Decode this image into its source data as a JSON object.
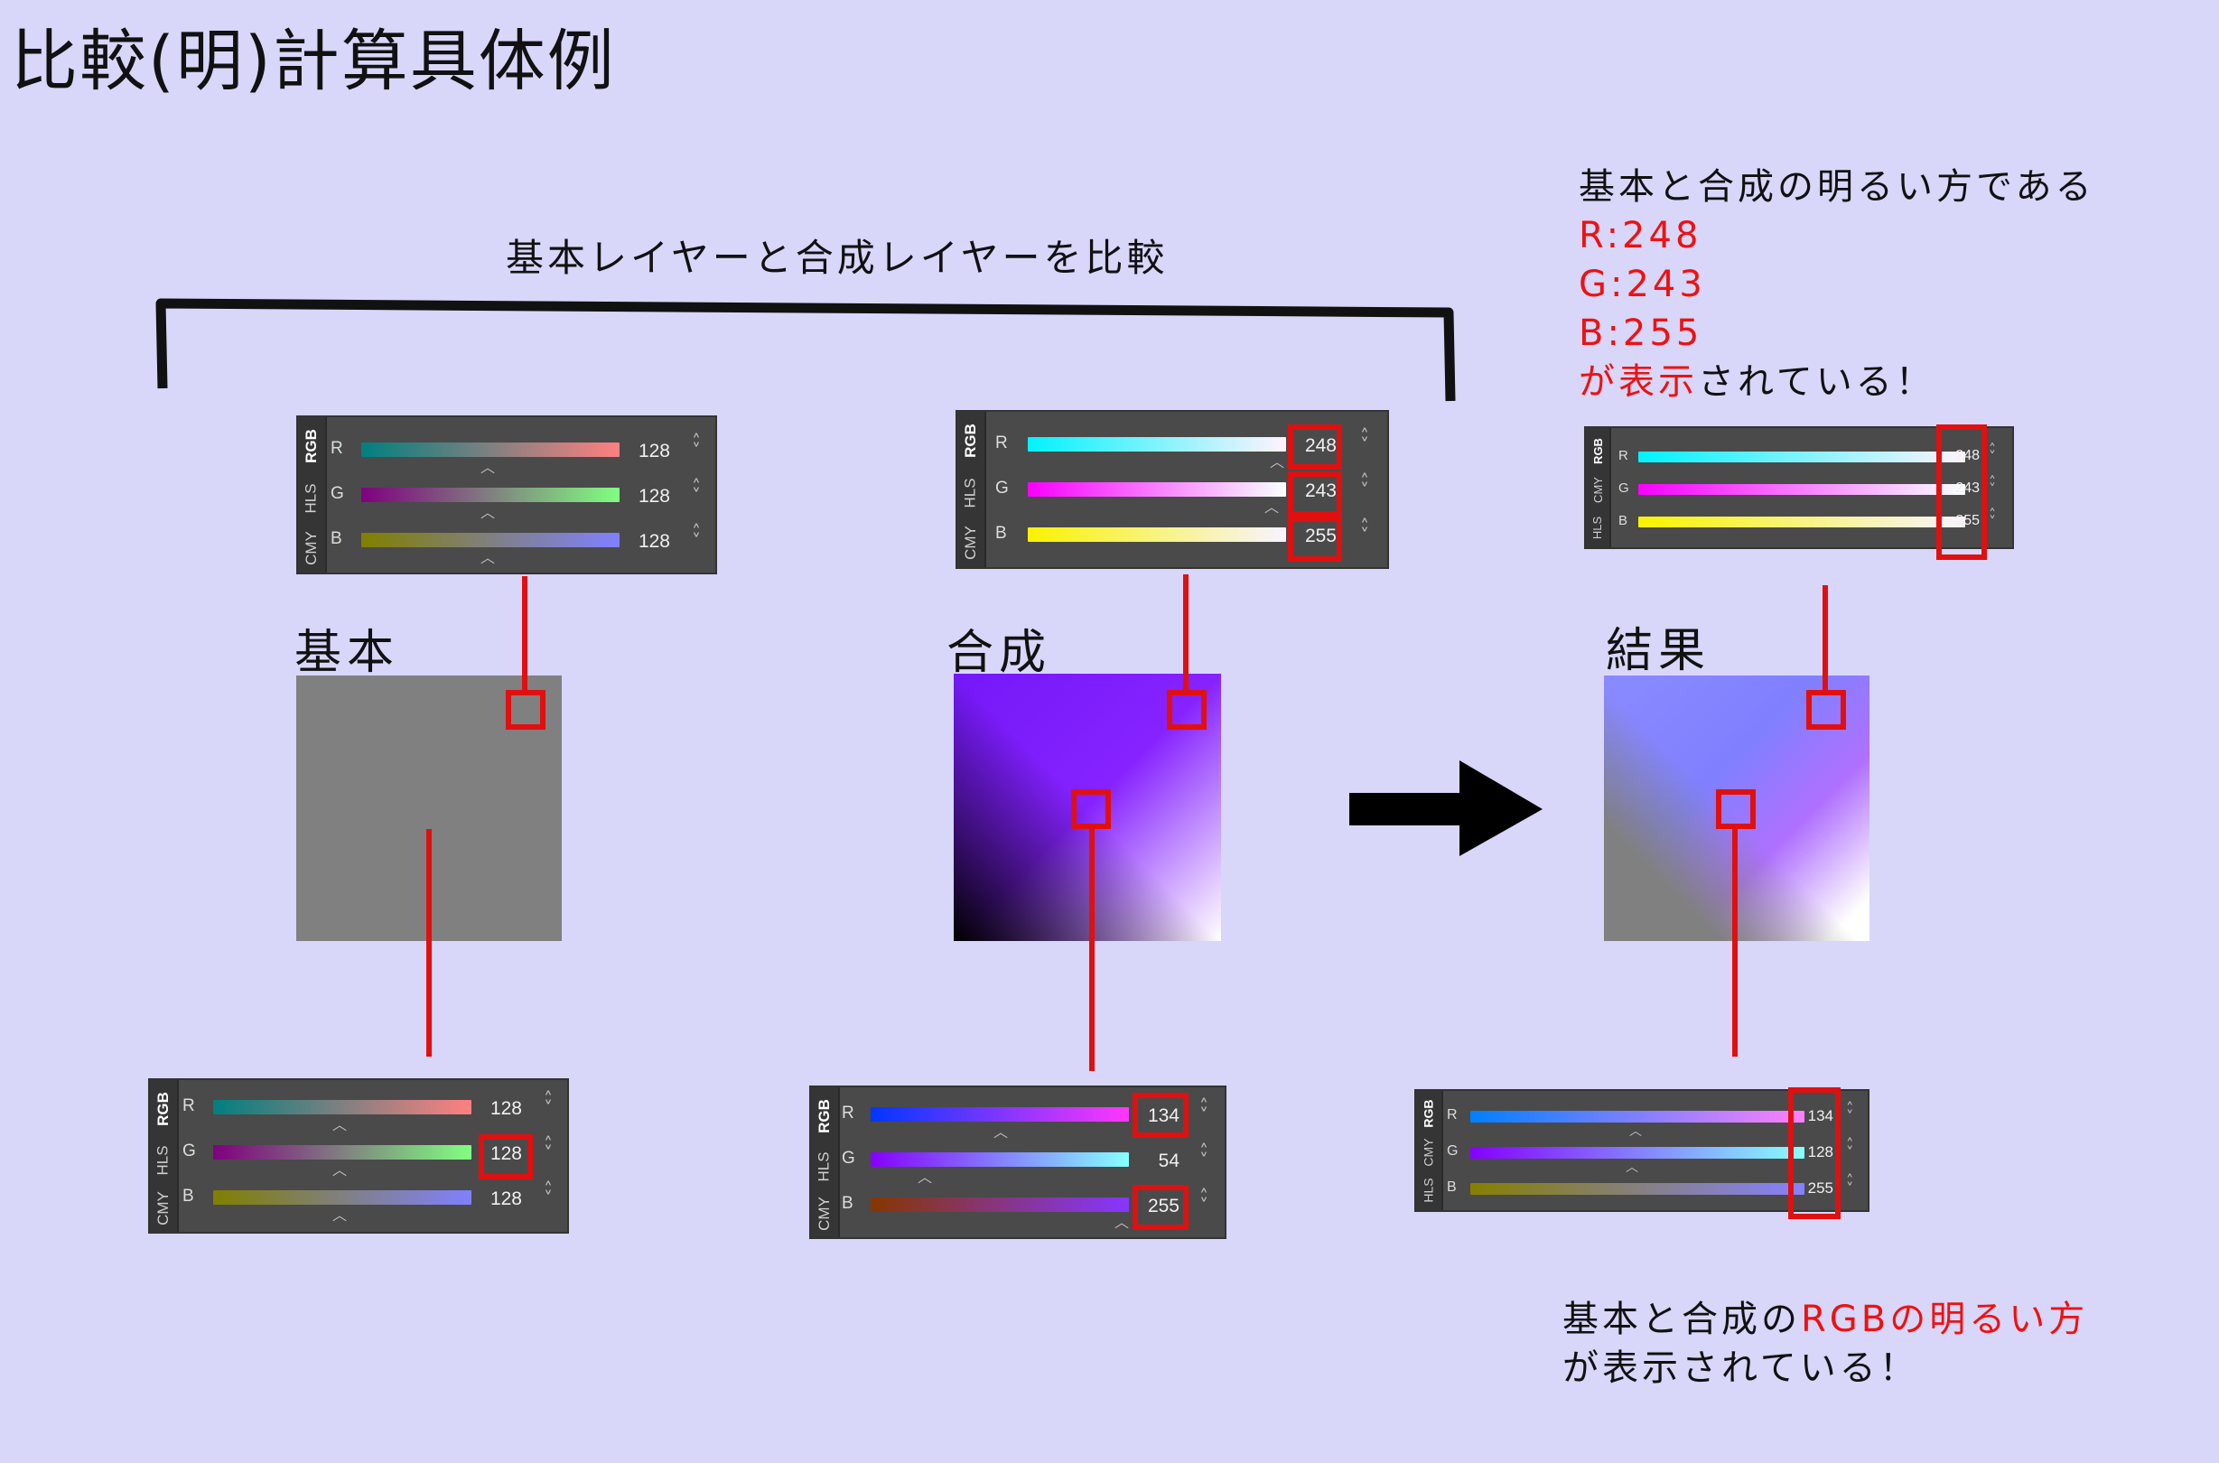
{
  "title": "比較(明)計算具体例",
  "bracket_caption": "基本レイヤーと合成レイヤーを比較",
  "labels": {
    "base": "基本",
    "blend": "合成",
    "result": "結果"
  },
  "note_top": {
    "line1": "基本と合成の明るい方である",
    "r": "R:248",
    "g": "G:243",
    "b": "B:255",
    "last_red": "が表示",
    "last_black": "されている！"
  },
  "note_bottom": {
    "line1_black_a": "基本と合成の",
    "line1_red": "RGBの明るい方",
    "line2": "が表示されている！"
  },
  "tabs": {
    "rgb": "RGB",
    "hls": "HLS",
    "cmy": "CMY"
  },
  "channels": {
    "r": "R",
    "g": "G",
    "b": "B"
  },
  "panels": {
    "base_top": {
      "r": "128",
      "g": "128",
      "b": "128"
    },
    "blend_top": {
      "r": "248",
      "g": "243",
      "b": "255"
    },
    "result_top": {
      "r": "248",
      "g": "243",
      "b": "255"
    },
    "base_bottom": {
      "r": "128",
      "g": "128",
      "b": "128"
    },
    "blend_bottom": {
      "r": "134",
      "g": "54",
      "b": "255"
    },
    "result_bottom": {
      "r": "134",
      "g": "128",
      "b": "255"
    }
  },
  "colors": {
    "background": "#d8d6f9",
    "accent_red": "#e01010",
    "base_gray": "#808080",
    "blend_purple": "#8622ff",
    "result_blue": "#8080ff"
  },
  "icons": {
    "arrow": "right-arrow-icon",
    "spinner": "spinner-icon",
    "caret": "caret-up-icon"
  }
}
